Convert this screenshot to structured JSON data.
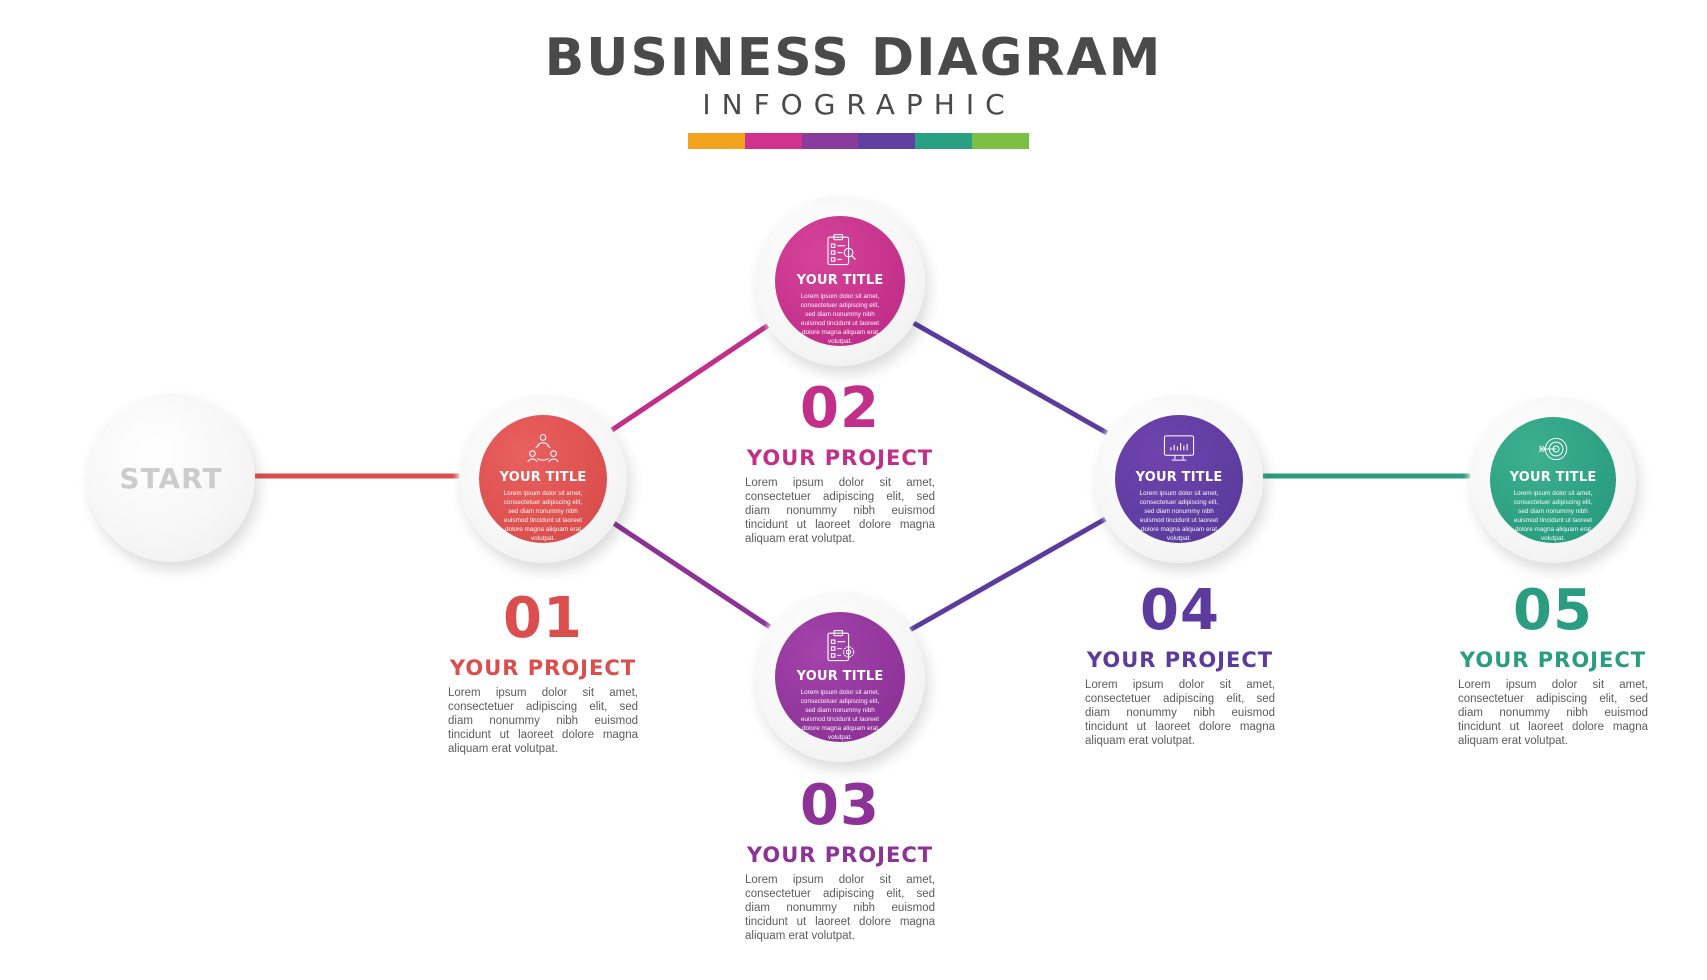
{
  "header": {
    "title": "BUSINESS DIAGRAM",
    "subtitle": "INFOGRAPHIC",
    "bar_colors": [
      "#f2a21c",
      "#d0338e",
      "#8a3b9e",
      "#5f3f9f",
      "#2aa083",
      "#7ac043"
    ]
  },
  "start": {
    "label": "START"
  },
  "steps": [
    {
      "number": "01",
      "circle_title": "YOUR TITLE",
      "circle_text": "Lorem ipsum dolor sit amet, consectetuer adipiscing elit, sed diam nonummy nibh euismod tincidunt ut laoreet dolore magna aliquam erat volutpat.",
      "project": "YOUR PROJECT",
      "description": "Lorem ipsum dolor sit amet, consectetuer adipiscing elit, sed diam nonummy nibh euismod tincidunt ut laoreet dolore magna aliquam erat volutpat.",
      "color": "#db4e4e",
      "color_light": "#e9605e",
      "icon": "team-network-icon"
    },
    {
      "number": "02",
      "circle_title": "YOUR TITLE",
      "circle_text": "Lorem ipsum dolor sit amet, consectetuer adipiscing elit, sed diam nonummy nibh euismod tincidunt ut laoreet dolore magna aliquam erat volutpat.",
      "project": "YOUR PROJECT",
      "description": "Lorem ipsum dolor sit amet, consectetuer adipiscing elit, sed diam nonummy nibh euismod tincidunt ut laoreet dolore magna aliquam erat volutpat.",
      "color": "#c12f8a",
      "color_light": "#d54399",
      "icon": "clipboard-search-icon"
    },
    {
      "number": "03",
      "circle_title": "YOUR TITLE",
      "circle_text": "Lorem ipsum dolor sit amet, consectetuer adipiscing elit, sed diam nonummy nibh euismod tincidunt ut laoreet dolore magna aliquam erat volutpat.",
      "project": "YOUR PROJECT",
      "description": "Lorem ipsum dolor sit amet, consectetuer adipiscing elit, sed diam nonummy nibh euismod tincidunt ut laoreet dolore magna aliquam erat volutpat.",
      "color": "#8d3398",
      "color_light": "#a443ab",
      "icon": "clipboard-gear-icon"
    },
    {
      "number": "04",
      "circle_title": "YOUR TITLE",
      "circle_text": "Lorem ipsum dolor sit amet, consectetuer adipiscing elit, sed diam nonummy nibh euismod tincidunt ut laoreet dolore magna aliquam erat volutpat.",
      "project": "YOUR PROJECT",
      "description": "Lorem ipsum dolor sit amet, consectetuer adipiscing elit, sed diam nonummy nibh euismod tincidunt ut laoreet dolore magna aliquam erat volutpat.",
      "color": "#5b3c9e",
      "color_light": "#7043ad",
      "icon": "monitor-chart-icon"
    },
    {
      "number": "05",
      "circle_title": "YOUR TITLE",
      "circle_text": "Lorem ipsum dolor sit amet, consectetuer adipiscing elit, sed diam nonummy nibh euismod tincidunt ut laoreet dolore magna aliquam erat volutpat.",
      "project": "YOUR PROJECT",
      "description": "Lorem ipsum dolor sit amet, consectetuer adipiscing elit, sed diam nonummy nibh euismod tincidunt ut laoreet dolore magna aliquam erat volutpat.",
      "color": "#2a9d80",
      "color_light": "#3cb08f",
      "icon": "target-arrow-icon"
    }
  ]
}
